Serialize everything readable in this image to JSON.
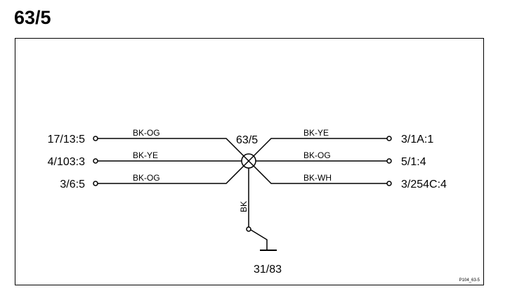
{
  "page": {
    "title": "63/5"
  },
  "diagram": {
    "splice": {
      "label": "63/5",
      "icon": "splice-node-icon"
    },
    "left_connections": [
      {
        "terminal": "17/13:5",
        "wire": "BK-OG"
      },
      {
        "terminal": "4/103:3",
        "wire": "BK-YE"
      },
      {
        "terminal": "3/6:5",
        "wire": "BK-OG"
      }
    ],
    "right_connections": [
      {
        "terminal": "3/1A:1",
        "wire": "BK-YE"
      },
      {
        "terminal": "5/1:4",
        "wire": "BK-OG"
      },
      {
        "terminal": "3/254C:4",
        "wire": "BK-WH"
      }
    ],
    "ground": {
      "wire": "BK",
      "label": "31/83",
      "icon": "ground-symbol-icon"
    },
    "reference": "P104_63-5",
    "colors": {
      "line": "#000000",
      "background": "#ffffff"
    }
  }
}
